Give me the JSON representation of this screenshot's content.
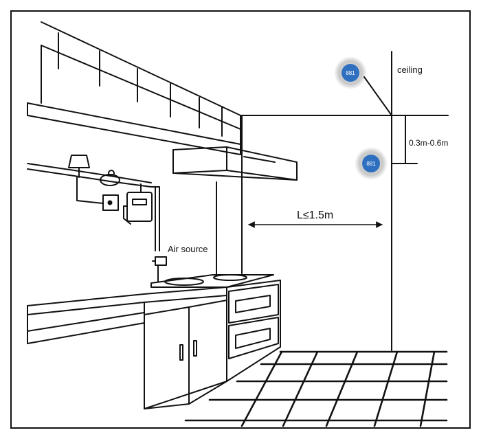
{
  "labels": {
    "ceiling": "ceiling",
    "height_range": "0.3m-0.6m",
    "distance": "L≤1.5m",
    "air_source": "Air source"
  },
  "detector": {
    "display_text": "881",
    "screen_color": "#2f6fbf",
    "halo_color": "#bdbdbd"
  },
  "colors": {
    "ink": "#111111",
    "background": "#ffffff"
  }
}
